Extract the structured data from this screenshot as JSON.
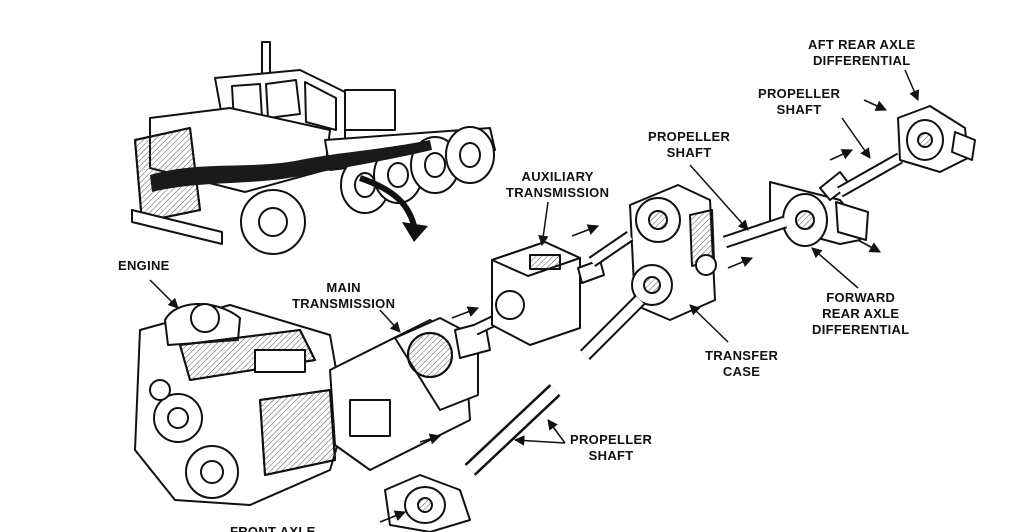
{
  "labels": {
    "aft_rear_axle": [
      "AFT REAR AXLE",
      "DIFFERENTIAL"
    ],
    "propeller_shaft_top": [
      "PROPELLER",
      "SHAFT"
    ],
    "propeller_shaft_mid": [
      "PROPELLER",
      "SHAFT"
    ],
    "auxiliary_transmission": [
      "AUXILIARY",
      "TRANSMISSION"
    ],
    "engine": "ENGINE",
    "main_transmission": [
      "MAIN",
      "TRANSMISSION"
    ],
    "forward_rear_axle": [
      "FORWARD",
      "REAR AXLE",
      "DIFFERENTIAL"
    ],
    "transfer_case": [
      "TRANSFER",
      "CASE"
    ],
    "propeller_shaft_bottom": [
      "PROPELLER",
      "SHAFT"
    ],
    "front_axle": "FRONT AXLE"
  },
  "colors": {
    "ink": "#111111",
    "paper": "#ffffff",
    "shade": "#cfcfcf",
    "power_flow": "#1a1a1a"
  }
}
